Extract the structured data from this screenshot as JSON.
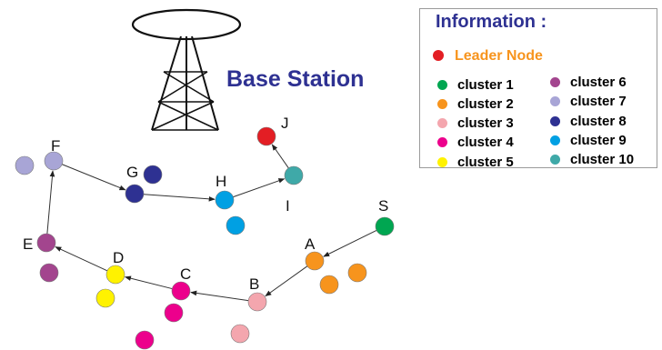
{
  "title": "Base Station",
  "legend": {
    "title": "Information :",
    "leader": {
      "label": "Leader Node",
      "color": "#e31e24"
    },
    "clusters": [
      {
        "label": "cluster 1",
        "color": "#00a651"
      },
      {
        "label": "cluster 2",
        "color": "#f7941d"
      },
      {
        "label": "cluster 3",
        "color": "#f4a6ae"
      },
      {
        "label": "cluster 4",
        "color": "#ec008c"
      },
      {
        "label": "cluster 5",
        "color": "#fff200"
      },
      {
        "label": "cluster 6",
        "color": "#a3458e"
      },
      {
        "label": "cluster 7",
        "color": "#a8a5d6"
      },
      {
        "label": "cluster 8",
        "color": "#2e3192"
      },
      {
        "label": "cluster 9",
        "color": "#00a0e3"
      },
      {
        "label": "cluster 10",
        "color": "#3fa9a8"
      }
    ]
  },
  "nodes": [
    {
      "label": "S",
      "cluster": 1
    },
    {
      "label": "A",
      "cluster": 2
    },
    {
      "label": "B",
      "cluster": 3
    },
    {
      "label": "C",
      "cluster": 4
    },
    {
      "label": "D",
      "cluster": 5
    },
    {
      "label": "E",
      "cluster": 6
    },
    {
      "label": "F",
      "cluster": 7
    },
    {
      "label": "G",
      "cluster": 8
    },
    {
      "label": "H",
      "cluster": 9
    },
    {
      "label": "I",
      "cluster": 10
    },
    {
      "label": "J",
      "cluster": 0
    }
  ],
  "route": [
    "S",
    "A",
    "B",
    "C",
    "D",
    "E",
    "F",
    "G",
    "H",
    "I",
    "J"
  ],
  "extra_members": [
    {
      "cluster": 2
    },
    {
      "cluster": 2
    },
    {
      "cluster": 3
    },
    {
      "cluster": 4
    },
    {
      "cluster": 4
    },
    {
      "cluster": 5
    },
    {
      "cluster": 6
    },
    {
      "cluster": 7
    },
    {
      "cluster": 8
    },
    {
      "cluster": 9
    }
  ]
}
